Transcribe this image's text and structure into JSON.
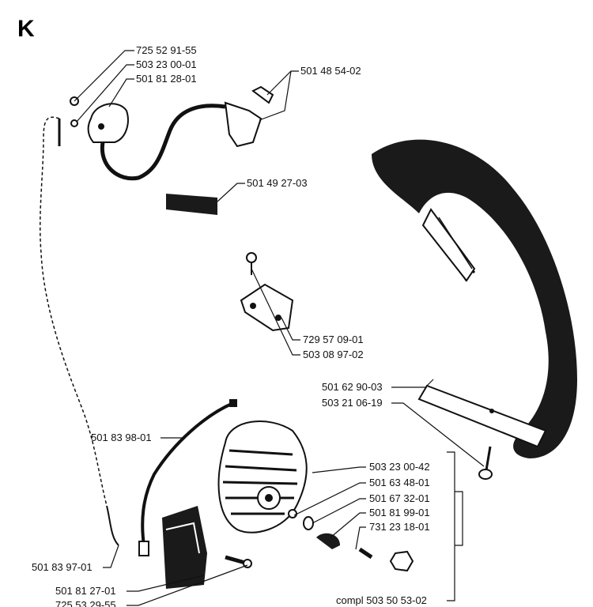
{
  "page_letter": "K",
  "labels": {
    "p725_52_91_55_top": "725 52 91-55",
    "p503_23_00_01": "503 23 00-01",
    "p501_81_28_01": "501 81 28-01",
    "p501_48_54_02": "501 48 54-02",
    "p501_49_27_03": "501 49 27-03",
    "p729_57_09_01": "729 57 09-01",
    "p503_08_97_02": "503 08 97-02",
    "p501_62_90_03": "501 62 90-03",
    "p503_21_06_19": "503 21 06-19",
    "p501_83_98_01": "501 83 98-01",
    "p503_23_00_42": "503 23 00-42",
    "p501_63_48_01": "501 63 48-01",
    "p501_67_32_01": "501 67 32-01",
    "p501_81_99_01": "501 81 99-01",
    "p731_23_18_01": "731 23 18-01",
    "p501_83_97_01": "501 83 97-01",
    "p501_81_27_01": "501 81 27-01",
    "p725_53_29_55": "725 53 29-55",
    "compl": "compl 503 50 53-02"
  }
}
